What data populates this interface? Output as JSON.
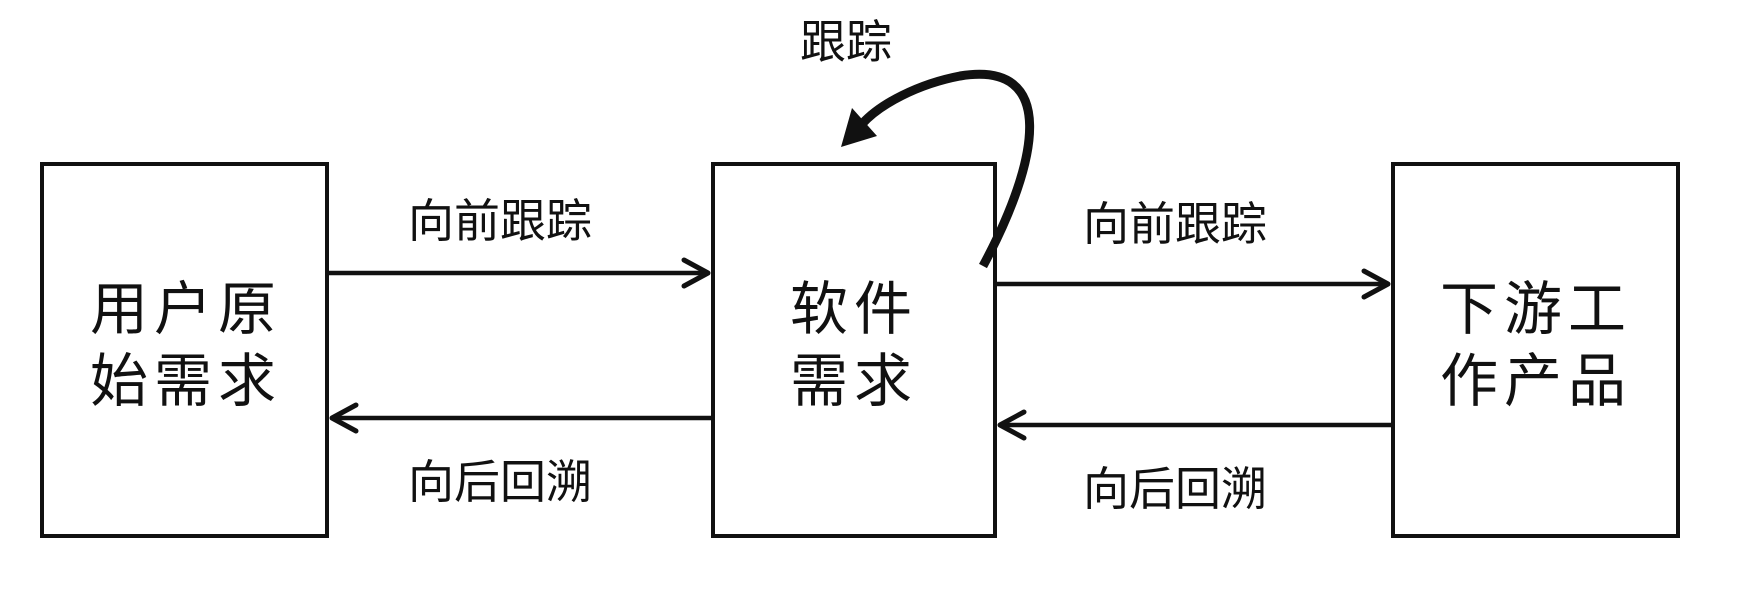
{
  "nodes": {
    "user_requirements": {
      "line1": "用户原",
      "line2": "始需求"
    },
    "software_requirements": {
      "line1": "软件",
      "line2": "需求"
    },
    "downstream_products": {
      "line1": "下游工",
      "line2": "作产品"
    }
  },
  "labels": {
    "self_trace": "跟踪",
    "forward_left": "向前跟踪",
    "backward_left": "向后回溯",
    "forward_right": "向前跟踪",
    "backward_right": "向后回溯"
  }
}
